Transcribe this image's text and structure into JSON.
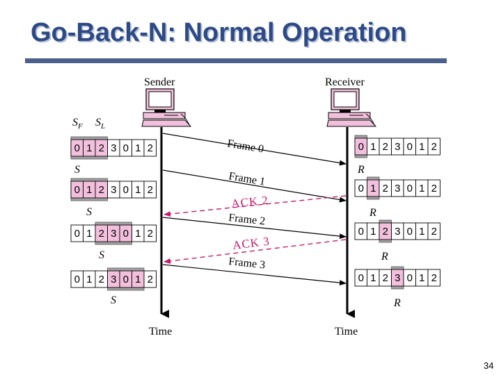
{
  "slide": {
    "title": "Go-Back-N: Normal Operation",
    "page_number": "34"
  },
  "colors": {
    "title": "#2d4a86",
    "highlight": "#f2bfdd",
    "ack": "#c8186e",
    "window_bar": "#a3a3a3"
  },
  "sender": {
    "label": "Sender",
    "time_label": "Time",
    "pointer_sf": "S",
    "pointer_sf_sub": "F",
    "pointer_sl": "S",
    "pointer_sl_sub": "L",
    "pointer_s": "S",
    "icon": "computer-icon"
  },
  "receiver": {
    "label": "Receiver",
    "time_label": "Time",
    "pointer_r": "R",
    "icon": "computer-icon"
  },
  "sequence": [
    "0",
    "1",
    "2",
    "3",
    "0",
    "1",
    "2"
  ],
  "messages": [
    {
      "label": "Frame 0",
      "direction": "sender-to-receiver"
    },
    {
      "label": "Frame 1",
      "direction": "sender-to-receiver"
    },
    {
      "label": "ACK 2",
      "direction": "receiver-to-sender"
    },
    {
      "label": "Frame 2",
      "direction": "sender-to-receiver"
    },
    {
      "label": "ACK 3",
      "direction": "receiver-to-sender"
    },
    {
      "label": "Frame 3",
      "direction": "sender-to-receiver"
    }
  ]
}
